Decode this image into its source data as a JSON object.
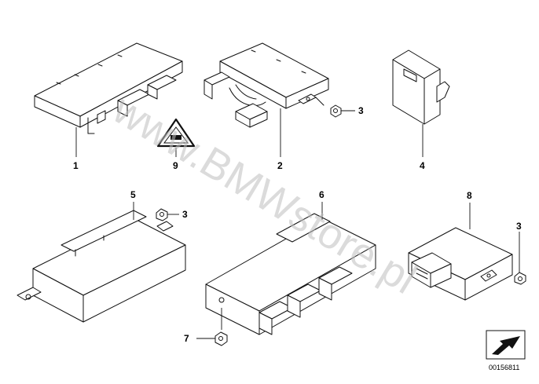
{
  "watermark": "www.BMWstore.pl",
  "diagram_ref": "00156811",
  "labels": {
    "p1": "1",
    "p2": "2",
    "p3a": "3",
    "p3b": "3",
    "p3c": "3",
    "p4": "4",
    "p5": "5",
    "p6": "6",
    "p7": "7",
    "p8": "8",
    "p9": "9"
  },
  "icons": {
    "warning_triangle": "warning-triangle-icon",
    "nav_arrow": "arrow-down-left-icon"
  }
}
